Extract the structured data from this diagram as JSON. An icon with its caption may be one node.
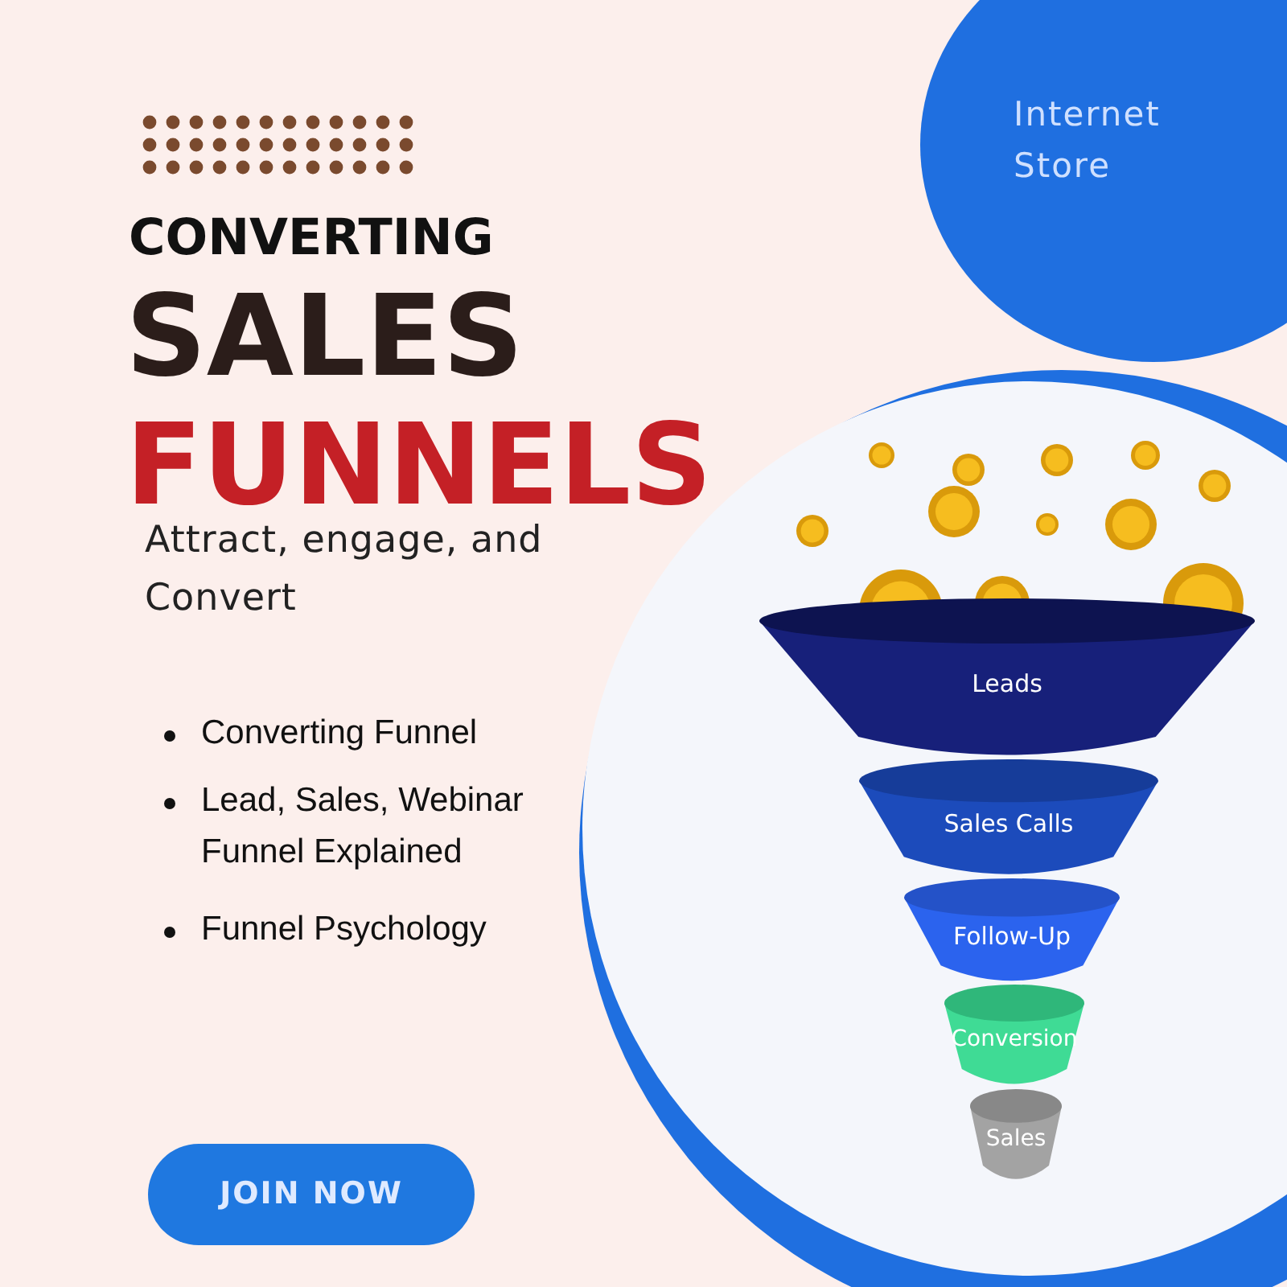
{
  "diagram": {
    "title": "CONVERTING SALES FUNNELS",
    "nodes": [
      {
        "text": [
          "Internet Store"
        ]
      },
      {
        "text": [
          "Leads"
        ]
      },
      {
        "text": [
          "Sales Calls"
        ]
      },
      {
        "text": [
          "Follow-Up"
        ]
      },
      {
        "text": [
          "Conversion"
        ]
      },
      {
        "text": [
          "Sales"
        ]
      },
      {
        "text": [
          "JOIN NOW"
        ]
      }
    ],
    "labels": [
      "Attract, engage, and Convert",
      "Converting Funnel",
      "Lead, Sales, Webinar Funnel Explained",
      "Funnel Psychology"
    ]
  }
}
